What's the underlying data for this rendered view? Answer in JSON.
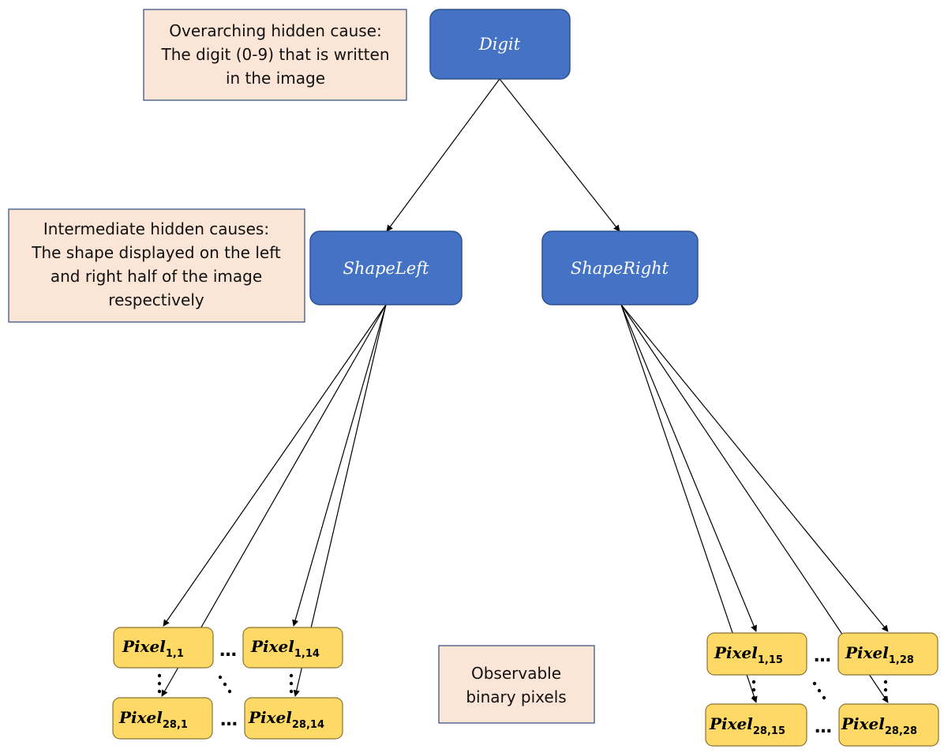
{
  "notes": {
    "overarching": {
      "lines": [
        "Overarching hidden cause:",
        "The digit (0-9) that is written",
        "in the image"
      ]
    },
    "intermediate": {
      "lines": [
        "Intermediate hidden causes:",
        "The shape displayed on the left",
        "and right half of the image",
        "respectively"
      ]
    },
    "observable": {
      "lines": [
        "Observable",
        "binary pixels"
      ]
    }
  },
  "nodes": {
    "digit": "Digit",
    "shape_left": "ShapeLeft",
    "shape_right": "ShapeRight"
  },
  "pixels": {
    "base": "Pixel",
    "left_top_left": "1,1",
    "left_top_right": "1,14",
    "left_bottom_left": "28,1",
    "left_bottom_right": "28,14",
    "right_top_left": "1,15",
    "right_top_right": "1,28",
    "right_bottom_left": "28,15",
    "right_bottom_right": "28,28"
  },
  "ellipsis": "…",
  "colors": {
    "node_fill": "#4472c4",
    "node_stroke": "#2f528f",
    "pixel_fill": "#ffd966",
    "pixel_stroke": "#8a7430",
    "note_fill": "#fbe5d6",
    "note_stroke": "#2f4b7c"
  }
}
